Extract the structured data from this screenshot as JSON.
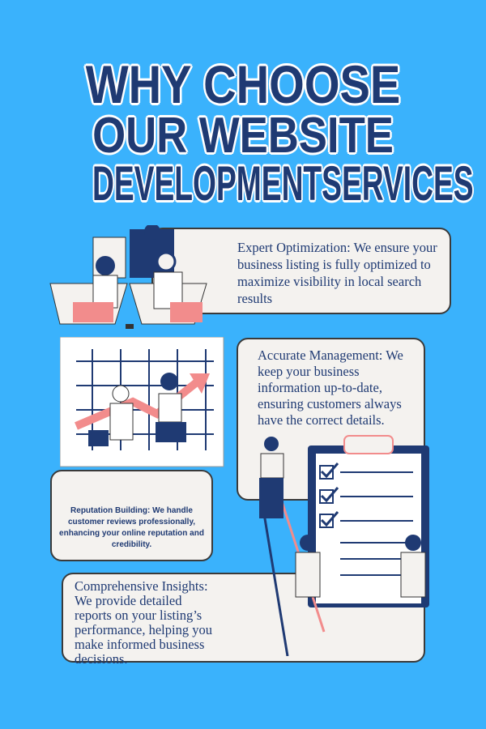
{
  "title": {
    "line1": "WHY CHOOSE",
    "line2": "OUR WEBSITE",
    "line3": "DEVELOPMENTSERVICES"
  },
  "cards": [
    {
      "text": "Expert Optimization: We ensure your business listing is fully optimized to maximize visibility in local search results"
    },
    {
      "text": "Accurate Management: We keep your business information up-to-date, ensuring customers always have the correct details."
    },
    {
      "text": "Reputation Building: We handle customer reviews professionally, enhancing your online reputation and credibility."
    },
    {
      "text": "Comprehensive Insights: We provide detailed reports on your listing’s performance, helping you make informed business decisions."
    }
  ],
  "colors": {
    "background": "#3AB2FC",
    "navy": "#1F3A73",
    "card": "#F4F2EF",
    "accent": "#F28C8C"
  }
}
